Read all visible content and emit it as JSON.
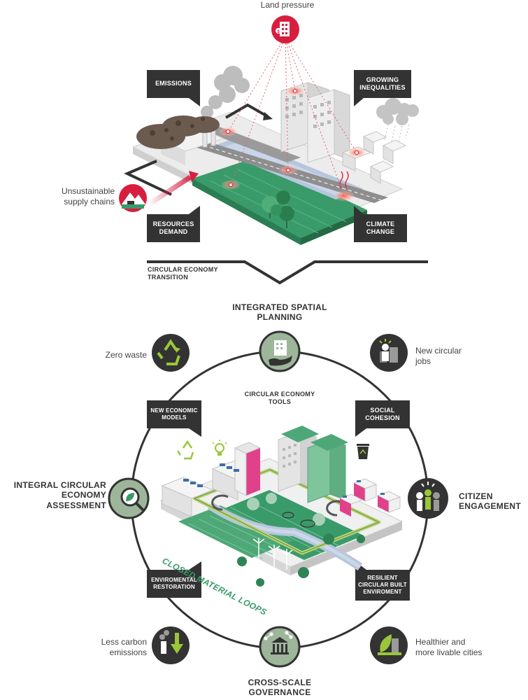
{
  "top": {
    "land_pressure": "Land pressure",
    "emissions": "EMISSIONS",
    "growing_inequalities": "GROWING\nINEQUALITIES",
    "unsustainable_supply_chains": "Unsustainable\nsupply chains",
    "resources_demand": "RESOURCES\nDEMAND",
    "climate_change": "CLIMATE\nCHANGE"
  },
  "transition": {
    "label": "CIRCULAR ECONOMY\nTRANSITION"
  },
  "bottom": {
    "integrated_spatial_planning": "INTEGRATED SPATIAL\nPLANNING",
    "zero_waste": "Zero waste",
    "new_circular_jobs": "New circular\njobs",
    "circular_economy_tools": "CIRCULAR ECONOMY\nTOOLS",
    "new_economic_models": "NEW ECONOMIC\nMODELS",
    "social_cohesion": "SOCIAL\nCOHESION",
    "integral_assessment": "INTEGRAL CIRCULAR\nECONOMY\nASSESSMENT",
    "citizen_engagement": "CITIZEN\nENGAGEMENT",
    "closed_material_loops": "CLOSED MATERIAL LOOPS",
    "enviromental_restoration": "ENVIROMENTAL\nRESTORATION",
    "resilient_built_environment": "RESILIENT\nCIRCULAR BUILT\nENVIROMENT",
    "less_carbon": "Less carbon\nemissions",
    "healthier_cities": "Healthier and\nmore livable cities",
    "cross_scale_governance": "CROSS-SCALE\nGOVERNANCE"
  },
  "colors": {
    "dark_box": "#333333",
    "pressure_red": "#d81e3f",
    "circle_green": "#9db69a",
    "field_green": "#3a9b6a",
    "accent_lime": "#9ac73a",
    "magenta": "#e0418a"
  }
}
